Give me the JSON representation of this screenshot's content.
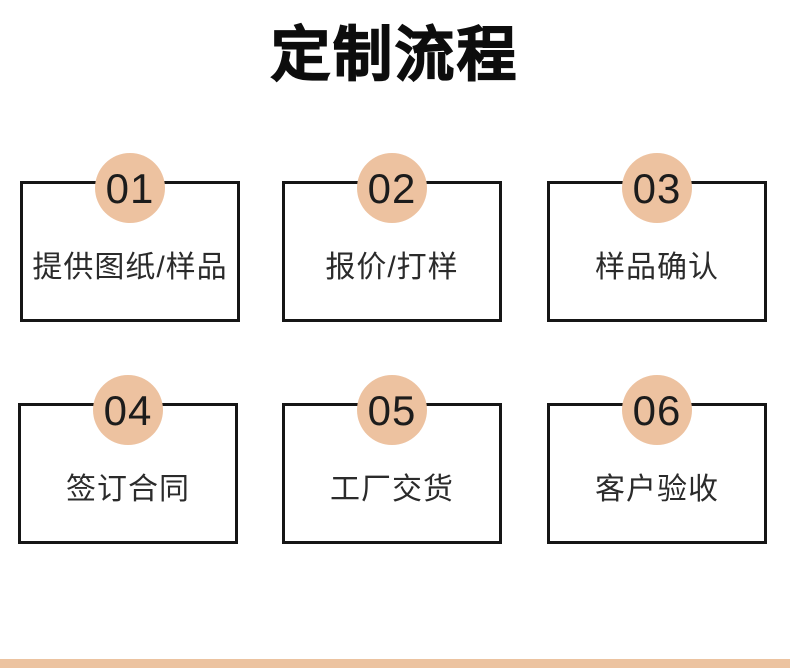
{
  "page": {
    "title": "定制流程",
    "accent_color": "#edc2a0",
    "border_color": "#161616",
    "text_color": "#2b2b2b"
  },
  "steps": [
    {
      "number": "01",
      "label": "提供图纸/样品"
    },
    {
      "number": "02",
      "label": "报价/打样"
    },
    {
      "number": "03",
      "label": "样品确认"
    },
    {
      "number": "04",
      "label": "签订合同"
    },
    {
      "number": "05",
      "label": "工厂交货"
    },
    {
      "number": "06",
      "label": "客户验收"
    }
  ],
  "footer": {
    "bar_color": "#ecc3a0"
  }
}
